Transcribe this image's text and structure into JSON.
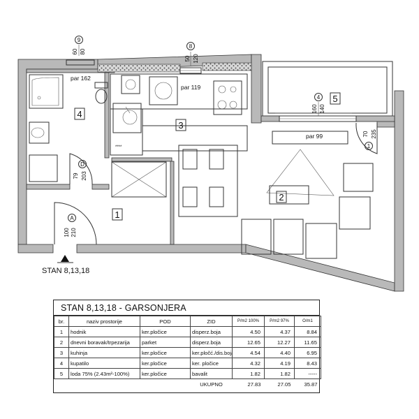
{
  "plan": {
    "rooms": [
      {
        "num": "1"
      },
      {
        "num": "2"
      },
      {
        "num": "3"
      },
      {
        "num": "4"
      },
      {
        "num": "5"
      }
    ],
    "markers": [
      {
        "id": "9",
        "top": "60",
        "bottom": "80"
      },
      {
        "id": "8",
        "top": "50",
        "bottom": "120"
      },
      {
        "id": "4",
        "top": "160",
        "bottom": "140"
      },
      {
        "id": "1",
        "top": "70",
        "bottom": "235"
      },
      {
        "id": "D",
        "top": "79",
        "bottom": "203"
      },
      {
        "id": "A",
        "top": "100",
        "bottom": "210"
      }
    ],
    "parapets": [
      "par 162",
      "par 119",
      "par 99"
    ],
    "stove_mark": "****",
    "entrance_label": "STAN 8,13,18"
  },
  "table": {
    "title": "STAN  8,13,18 - GARSONJERA",
    "headers": [
      "br.",
      "naziv prostorije",
      "POD",
      "ZID",
      "P/m2 100%",
      "P/m2 97%",
      "O/m1"
    ],
    "rows": [
      [
        "1",
        "hodnik",
        "ker.pločice",
        "disperz.boja",
        "4.50",
        "4.37",
        "8.84"
      ],
      [
        "2",
        "dnevni boravak/trpezarija",
        "parket",
        "disperz.boja",
        "12.65",
        "12.27",
        "11.65"
      ],
      [
        "3",
        "kuhinja",
        "ker.pločice",
        "ker.pločć./dis.boja",
        "4.54",
        "4.40",
        "6.95"
      ],
      [
        "4",
        "kupatilo",
        "ker.pločice",
        "ker. pločice",
        "4.32",
        "4.19",
        "8.43"
      ],
      [
        "5",
        "loda 75%  (2.43m²-100%)",
        "ker.pločice",
        "bavalit",
        "1.82",
        "1.82",
        "-----"
      ]
    ],
    "total": {
      "label": "UKUPNO",
      "p100": "27.83",
      "p97": "27.05",
      "o": "35.87"
    }
  }
}
